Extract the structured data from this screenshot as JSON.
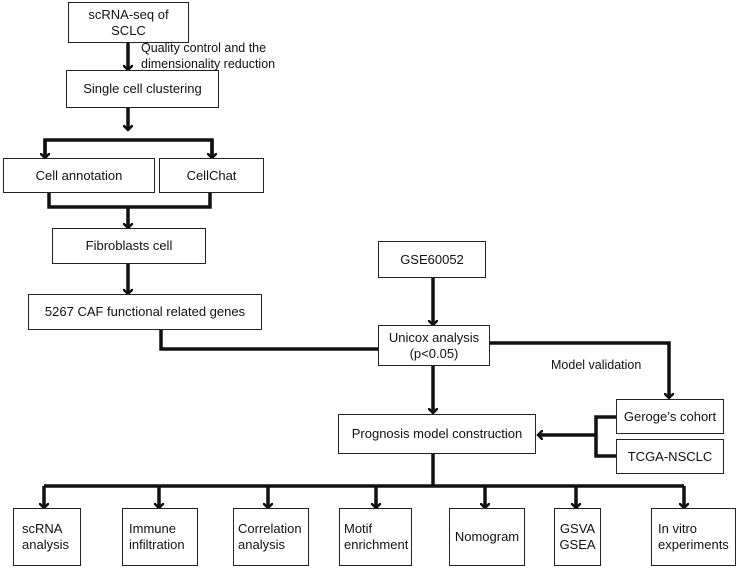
{
  "nodes": {
    "scrna_sclc": "scRNA-seq of\nSCLC",
    "single_cell_clustering": "Single cell clustering",
    "cell_annotation": "Cell annotation",
    "cellchat": "CellChat",
    "fibroblasts_cell": "Fibroblasts cell",
    "caf_genes": "5267 CAF functional related genes",
    "gse60052": "GSE60052",
    "unicox": "Unicox analysis\n(p<0.05)",
    "prognosis_model": "Prognosis model construction",
    "geroge_cohort": "Geroge’s cohort",
    "tcga_nsclc": "TCGA-NSCLC",
    "scrna_analysis": "scRNA\nanalysis",
    "immune_infiltration": "Immune\ninfiltration",
    "correlation_analysis": "Correlation\nanalysis",
    "motif_enrichment": "Motif\nenrichment",
    "nomogram": "Nomogram",
    "gsva_gsea": "GSVA\nGSEA",
    "in_vitro": "In vitro\nexperiments"
  },
  "edge_labels": {
    "qc_dimred": "Quality control and the\ndimensionality reduction",
    "model_validation": "Model validation"
  },
  "colors": {
    "stroke": "#111111",
    "box_border": "#222222",
    "background": "#ffffff"
  }
}
